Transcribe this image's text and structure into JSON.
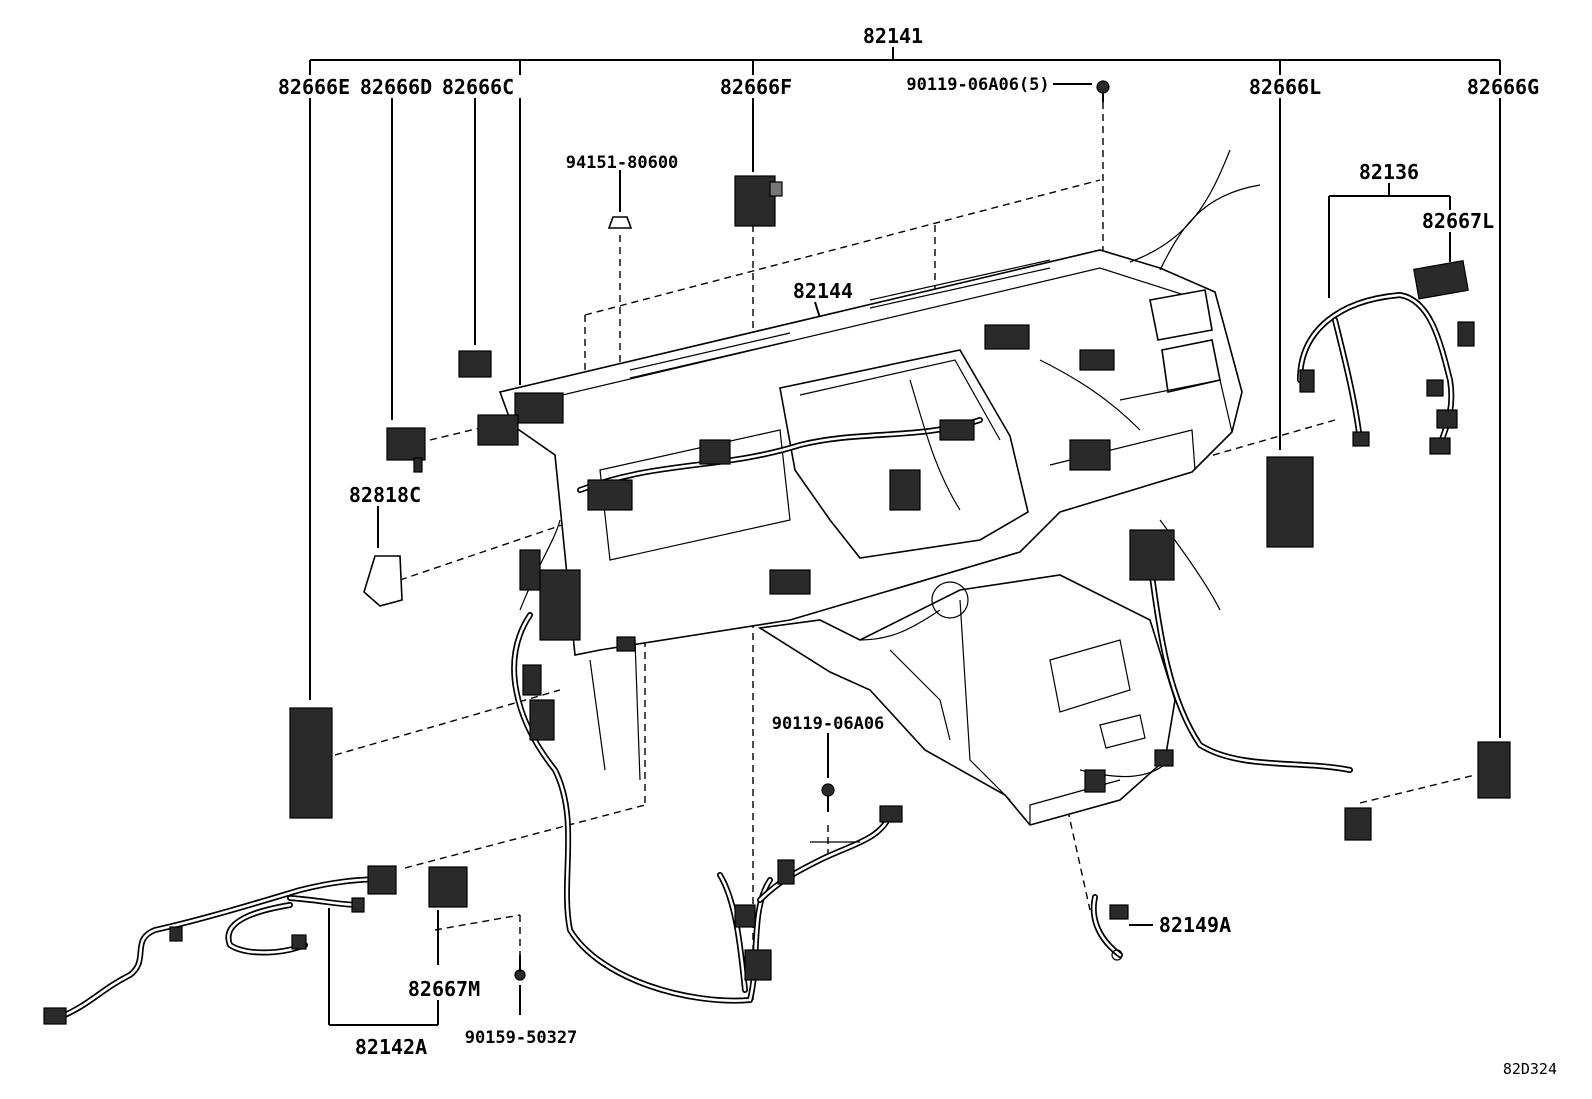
{
  "diagram_code": "82D324",
  "labels": {
    "p82141": "82141",
    "p82666E": "82666E",
    "p82666D": "82666D",
    "p82666C": "82666C",
    "p82666F": "82666F",
    "p90119_06A06_5": "90119-06A06(5)",
    "p82666L": "82666L",
    "p82666G": "82666G",
    "p94151_80600": "94151-80600",
    "p82136": "82136",
    "p82667L": "82667L",
    "p82144": "82144",
    "p82818C": "82818C",
    "p90119_06A06": "90119-06A06",
    "p82149A": "82149A",
    "p82667M": "82667M",
    "p82142A": "82142A",
    "p90159_50327": "90159-50327"
  }
}
